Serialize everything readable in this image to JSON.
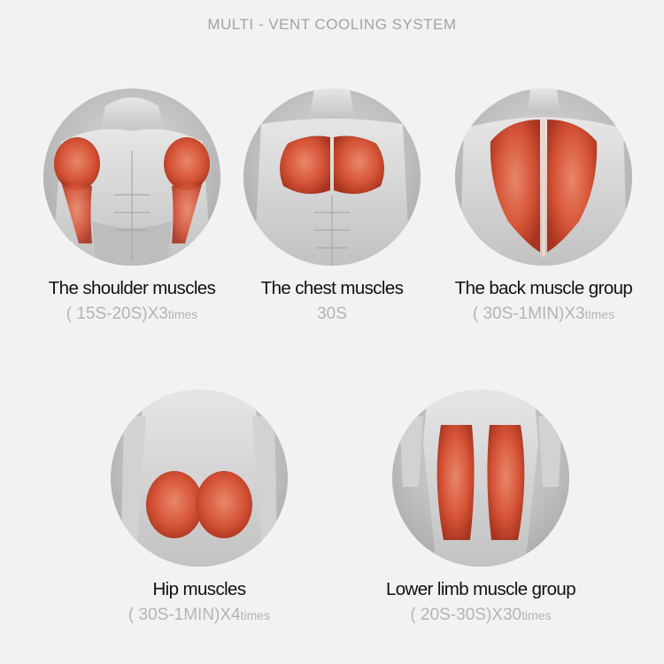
{
  "header": {
    "title": "MULTI - VENT COOLING SYSTEM"
  },
  "cards": [
    {
      "title": "The shoulder muscles",
      "duration": "( 15S-20S)X3",
      "suffix": "times"
    },
    {
      "title": "The chest muscles",
      "duration": "30S",
      "suffix": ""
    },
    {
      "title": "The back muscle group",
      "duration": "( 30S-1MIN)X3",
      "suffix": "times"
    },
    {
      "title": "Hip muscles",
      "duration": "( 30S-1MIN)X4",
      "suffix": "times"
    },
    {
      "title": "Lower limb muscle group",
      "duration": "( 20S-30S)X30",
      "suffix": "times"
    }
  ],
  "colors": {
    "muscle": "#d9573a",
    "body": "#cfcfcf",
    "header": "#a3a3a3"
  }
}
